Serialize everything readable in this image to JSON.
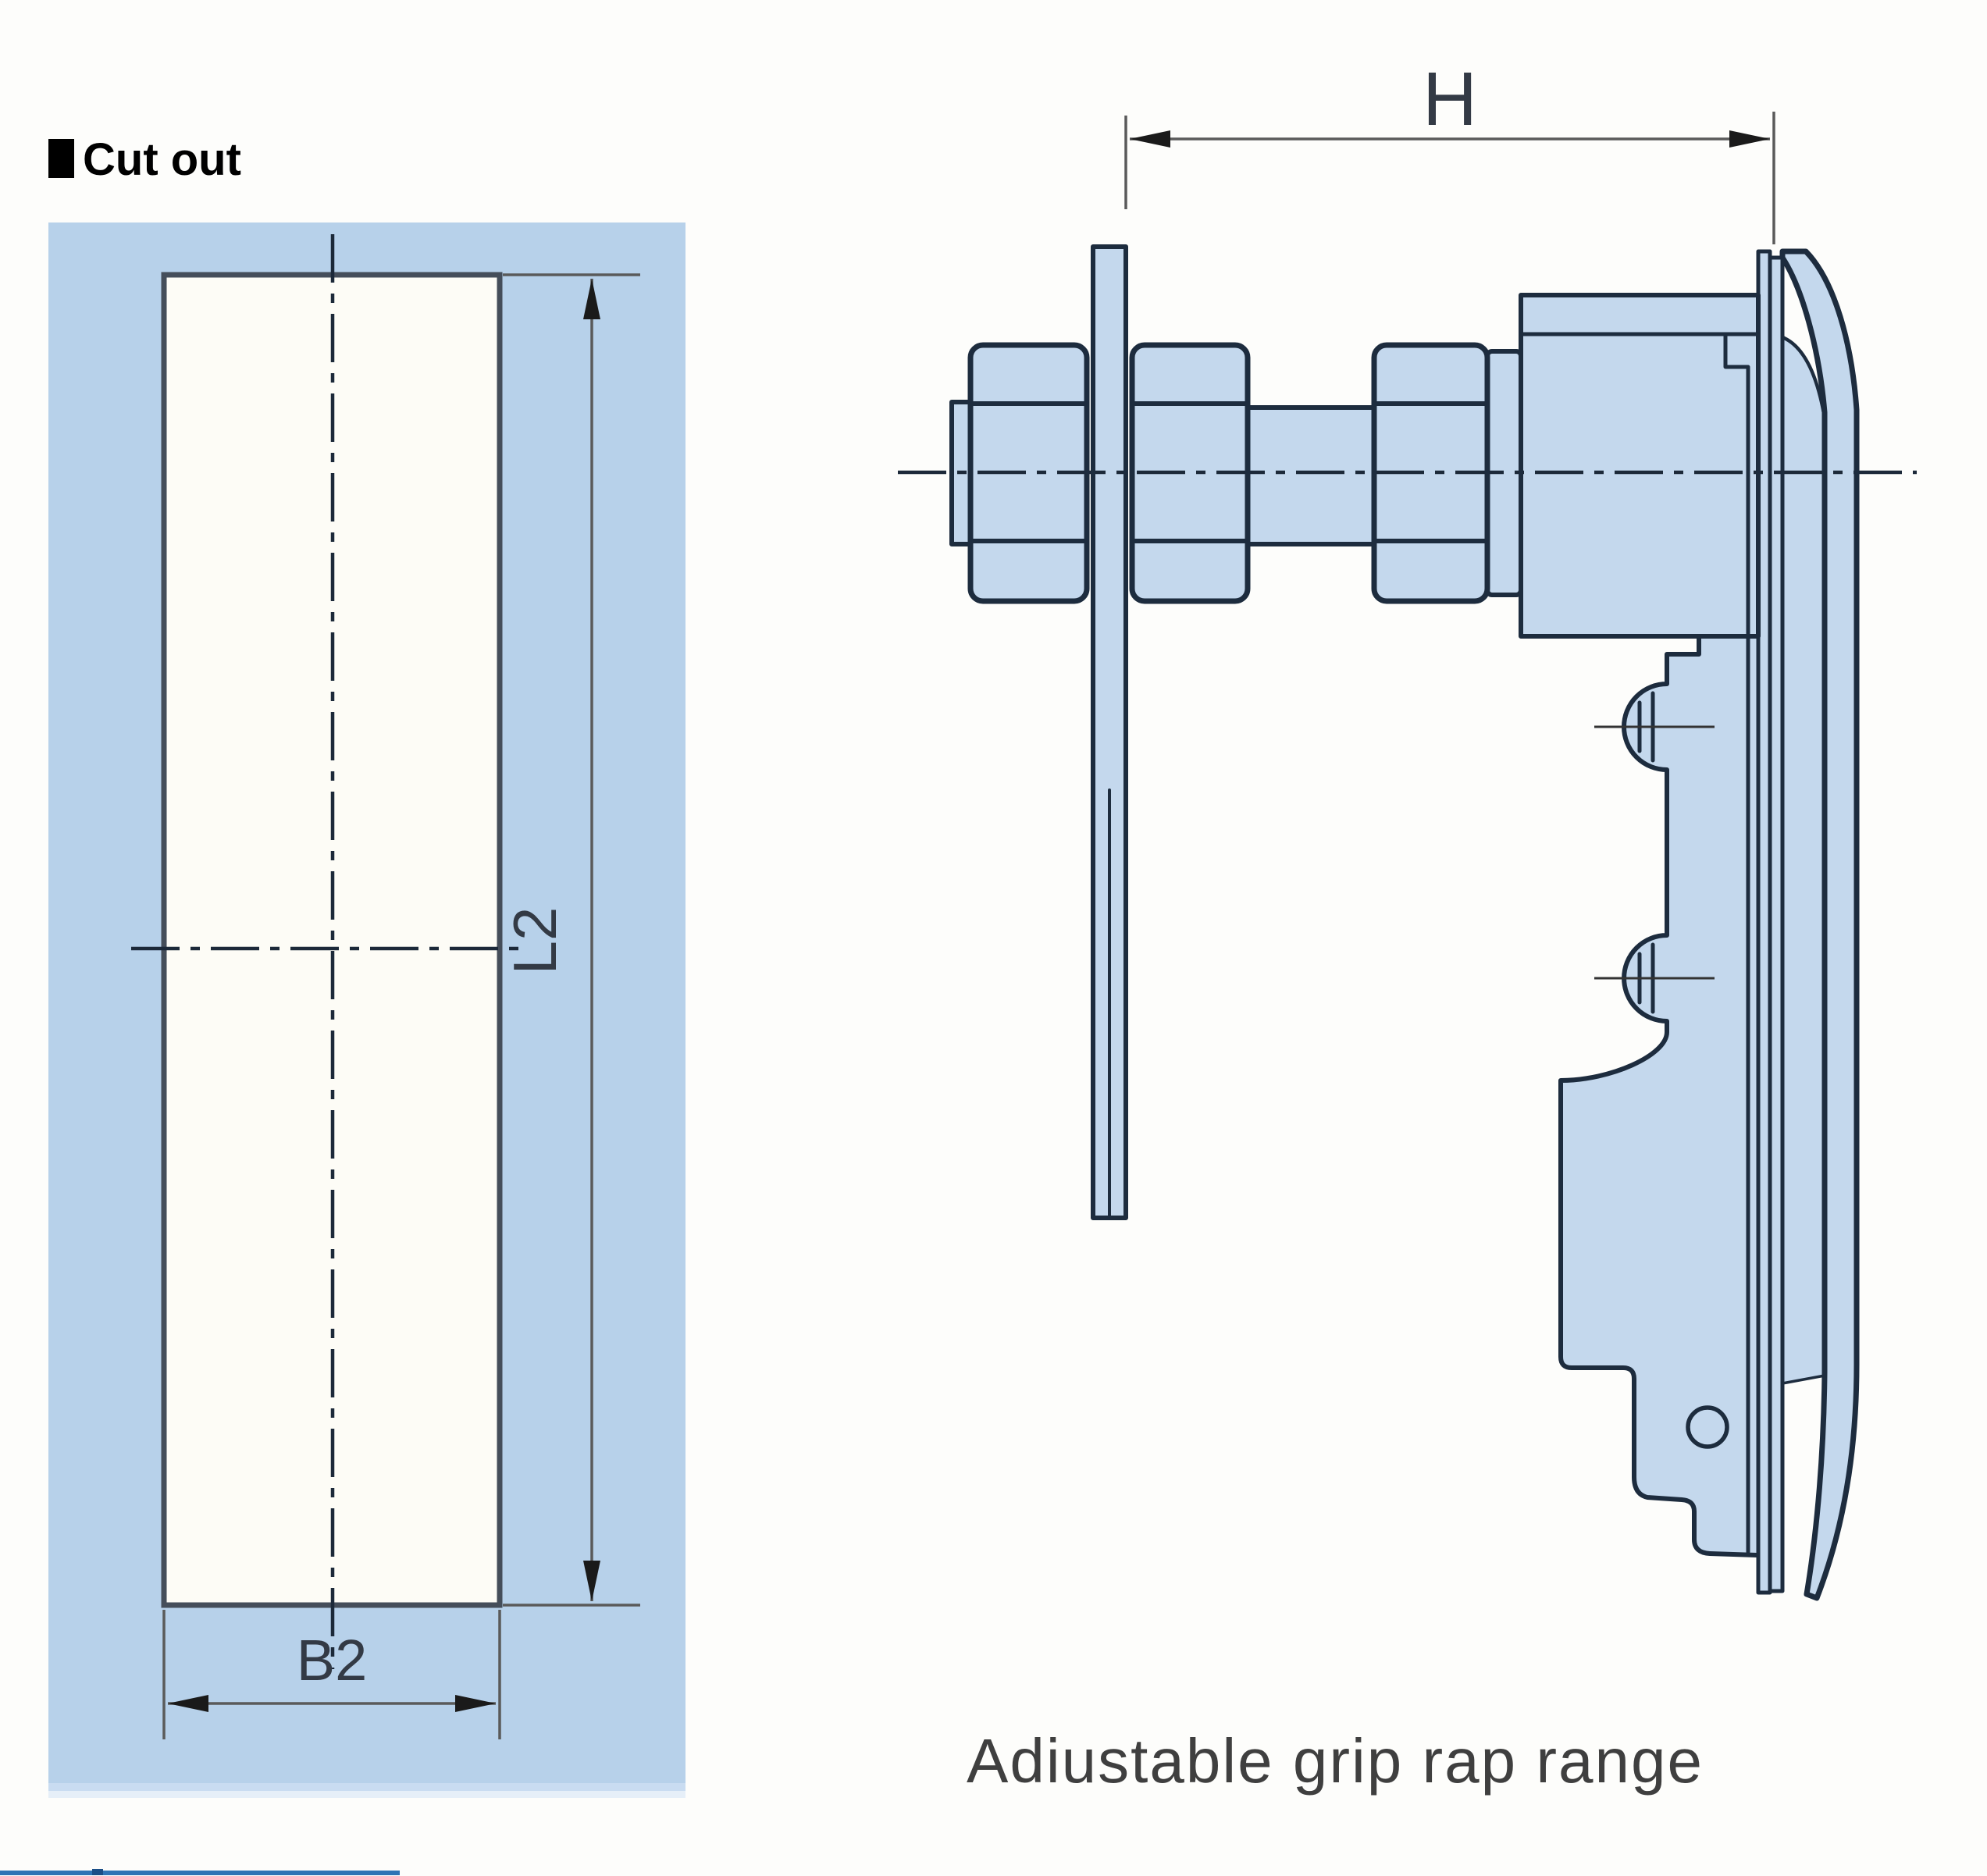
{
  "header": {
    "label": "Cut out"
  },
  "left_diagram": {
    "title_hint": "panel cut-out drawing",
    "dim_height_label": "L2",
    "dim_width_label": "B2"
  },
  "right_diagram": {
    "dim_grip_label": "H",
    "caption": "Adiustable grip rap range"
  },
  "colors": {
    "panel_blue": "#b7d1ea",
    "panel_fade1": "#c9dcf1",
    "panel_fade2": "#e6eff8",
    "cutout_white": "#fdfcf6",
    "part_fill": "#c4d8ed",
    "outline": "#1d2c3e",
    "cutout_stroke": "#454e5a",
    "centerline": "#1c2939",
    "dimension": "#5a5a5a",
    "arrow": "#1a1a1a",
    "label_text": "#333a45",
    "caption_text": "#3f3f3f",
    "bottom_rule": "#2e74b5",
    "bottom_rule_tick": "#1b4f87"
  }
}
